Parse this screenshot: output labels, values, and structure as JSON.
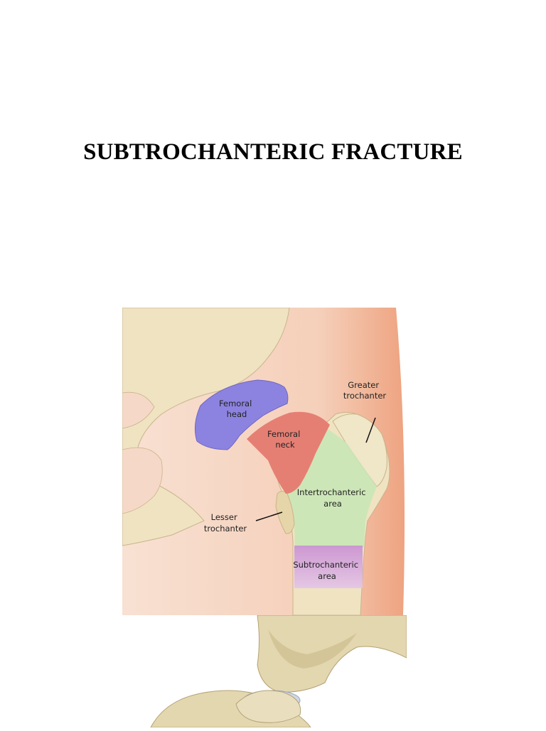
{
  "page": {
    "title": "SUBTROCHANTERIC FRACTURE"
  },
  "figure": {
    "labels": {
      "femoral_head": [
        "Femoral",
        "head"
      ],
      "femoral_neck": [
        "Femoral",
        "neck"
      ],
      "greater_trochanter": [
        "Greater",
        "trochanter"
      ],
      "intertrochanteric_area": [
        "Intertrochanteric",
        "area"
      ],
      "lesser_trochanter": [
        "Lesser",
        "trochanter"
      ],
      "subtrochanteric_area": [
        "Subtrochanteric",
        "area"
      ]
    },
    "colors": {
      "background": "#f6d8c8",
      "skin_edge": "#eea27f",
      "bone": "#efe3c2",
      "bone_shadow": "#d9c79d",
      "femoral_head": "#8c83e0",
      "femoral_neck": "#e57f74",
      "intertrochanteric_area": "#c9e5b6",
      "subtrochanteric_area": "#cf9bd6"
    }
  }
}
